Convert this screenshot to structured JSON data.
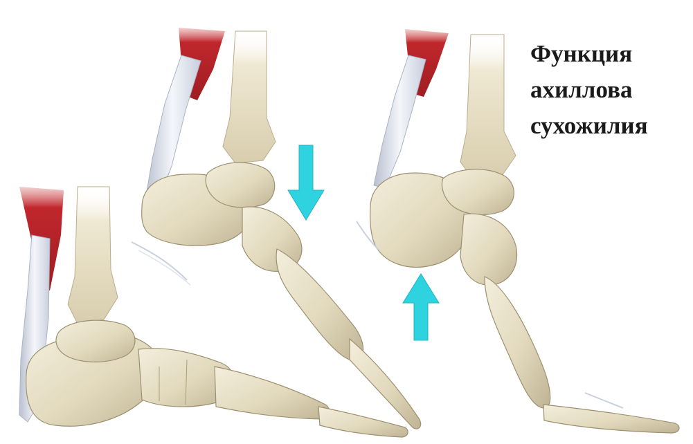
{
  "caption": {
    "line1": "Функция",
    "line2": "ахиллова",
    "line3": "сухожилия"
  },
  "colors": {
    "bone": "#e8e1c8",
    "bone_shadow": "#bfb394",
    "bone_outline": "#9c9070",
    "muscle": "#c0272d",
    "tendon": "#eef0f6",
    "tendon_shadow": "#b8bfd0",
    "arrow": "#2fd3e0",
    "text": "#1a1a1a"
  },
  "figure": {
    "panels": [
      "foot-flat",
      "foot-plantarflexed",
      "foot-tiptoe"
    ],
    "arrows": [
      {
        "panel": "foot-plantarflexed",
        "direction": "down"
      },
      {
        "panel": "foot-tiptoe",
        "direction": "up"
      }
    ]
  }
}
